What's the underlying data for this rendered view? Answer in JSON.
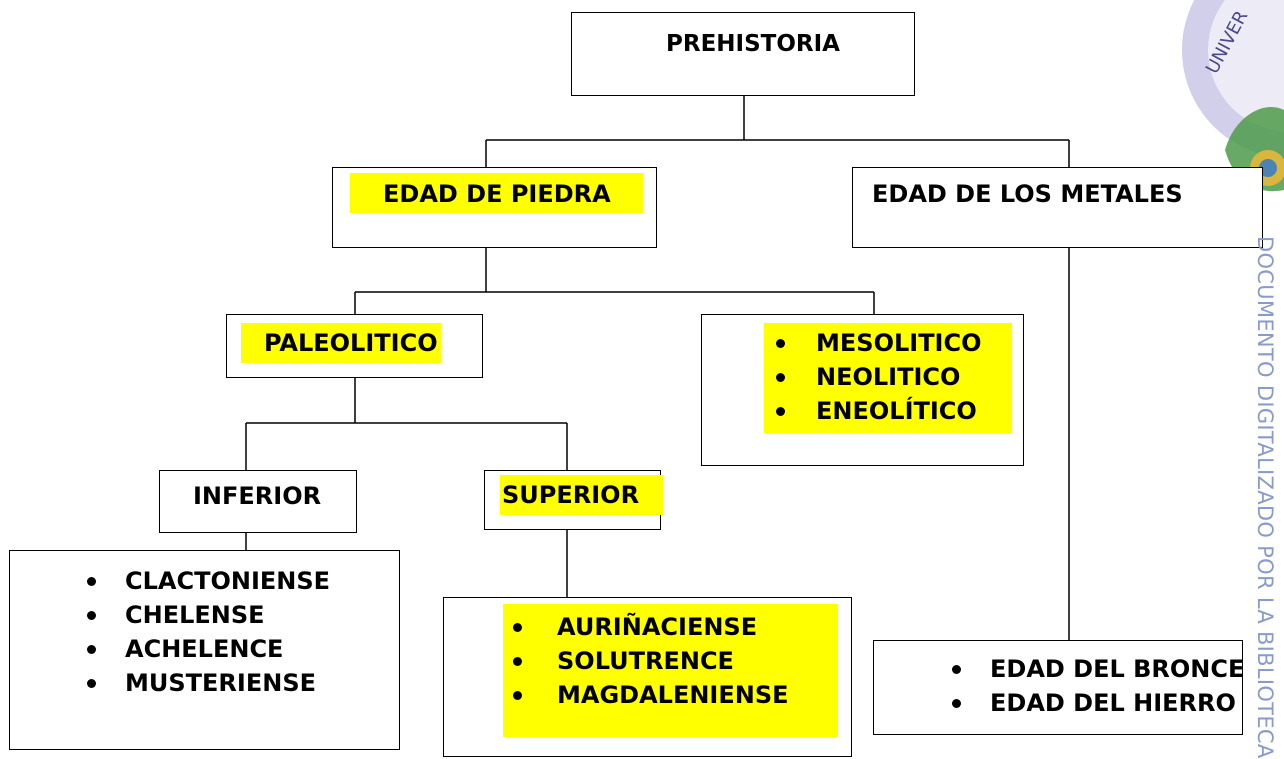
{
  "root": {
    "label": "PREHISTORIA"
  },
  "stone_age": {
    "label": "EDAD DE PIEDRA"
  },
  "metal_age": {
    "label": "EDAD DE LOS METALES",
    "items": [
      "EDAD DEL BRONCE",
      "EDAD DEL HIERRO"
    ]
  },
  "paleolithic": {
    "label": "PALEOLITICO"
  },
  "later_periods": {
    "items": [
      "MESOLITICO",
      "NEOLITICO",
      "ENEOLÍTICO"
    ]
  },
  "inferior": {
    "label": "INFERIOR",
    "items": [
      "CLACTONIENSE",
      "CHELENSE",
      "ACHELENCE",
      "MUSTERIENSE"
    ]
  },
  "superior": {
    "label": "SUPERIOR",
    "items": [
      "AURIÑACIENSE",
      "SOLUTRENCE",
      "MAGDALENIENSE"
    ]
  },
  "watermark": {
    "text": "DOCUMENTO DIGITALIZADO POR LA BIBLIOTECA"
  },
  "colors": {
    "highlight": "#ffff00",
    "border": "#000000",
    "watermark": "#8a9ac9"
  }
}
